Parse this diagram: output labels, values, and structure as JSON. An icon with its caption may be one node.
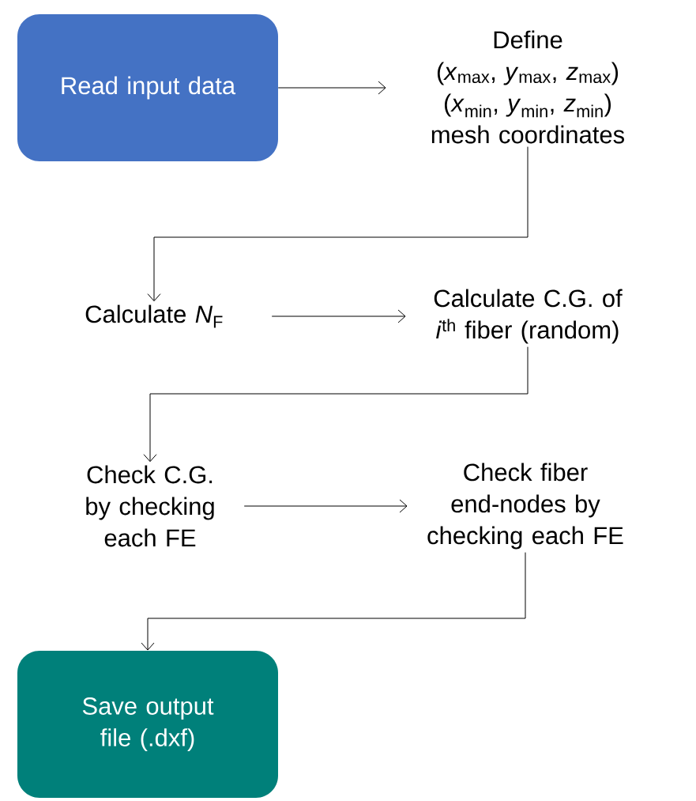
{
  "diagram": {
    "nodes": [
      {
        "text": [
          "Read input data"
        ]
      },
      {
        "text": [
          "Define",
          "(*x*$_{max}$, *y*$_{max}$, *z*$_{max}$)",
          "(*x*$_{min}$, *y*$_{min}$, *z*$_{min}$)",
          "mesh coordinates"
        ]
      },
      {
        "text": [
          "Calculate *N*$_{F}$"
        ]
      },
      {
        "text": [
          "Calculate C.G. of *i*$^{th}$ fiber (random)"
        ]
      },
      {
        "text": [
          "Check C.G. by checking each FE"
        ]
      },
      {
        "text": [
          "Check fiber end-nodes by checking each FE"
        ]
      },
      {
        "text": [
          "Save output file (.dxf)"
        ]
      }
    ],
    "edges": [
      {
        "from": 0,
        "to": 1,
        "arrow": "to"
      },
      {
        "from": 1,
        "to": 2,
        "arrow": "to"
      },
      {
        "from": 2,
        "to": 3,
        "arrow": "to"
      },
      {
        "from": 3,
        "to": 4,
        "arrow": "to"
      },
      {
        "from": 4,
        "to": 5,
        "arrow": "to"
      },
      {
        "from": 5,
        "to": 6,
        "arrow": "to"
      }
    ]
  }
}
